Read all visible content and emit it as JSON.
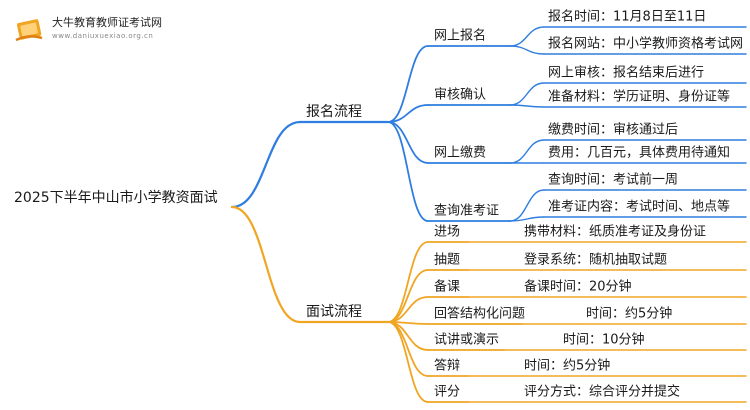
{
  "logo": {
    "title": "大牛教育教师证考试网",
    "url": "www.daniuxuexiao.org.cn"
  },
  "root": "2025下半年中山市小学教资面试",
  "colors": {
    "blue": "#2f7de1",
    "orange": "#f0a623"
  },
  "sections": [
    {
      "label": "报名流程",
      "color": "blue",
      "children": [
        {
          "label": "网上报名",
          "items": [
            "报名时间：11月8日至11日",
            "报名网站：中小学教师资格考试网"
          ]
        },
        {
          "label": "审核确认",
          "items": [
            "网上审核：报名结束后进行",
            "准备材料：学历证明、身份证等"
          ]
        },
        {
          "label": "网上缴费",
          "items": [
            "缴费时间：审核通过后",
            "费用：几百元，具体费用待通知"
          ]
        },
        {
          "label": "查询准考证",
          "items": [
            "查询时间：考试前一周",
            "准考证内容：考试时间、地点等"
          ]
        }
      ]
    },
    {
      "label": "面试流程",
      "color": "orange",
      "children": [
        {
          "label": "进场",
          "items": [
            "携带材料：纸质准考证及身份证"
          ]
        },
        {
          "label": "抽题",
          "items": [
            "登录系统：随机抽取试题"
          ]
        },
        {
          "label": "备课",
          "items": [
            "备课时间：20分钟"
          ]
        },
        {
          "label": "回答结构化问题",
          "items": [
            "时间：约5分钟"
          ]
        },
        {
          "label": "试讲或演示",
          "items": [
            "时间：10分钟"
          ]
        },
        {
          "label": "答辩",
          "items": [
            "时间：约5分钟"
          ]
        },
        {
          "label": "评分",
          "items": [
            "评分方式：综合评分并提交"
          ]
        }
      ]
    }
  ]
}
